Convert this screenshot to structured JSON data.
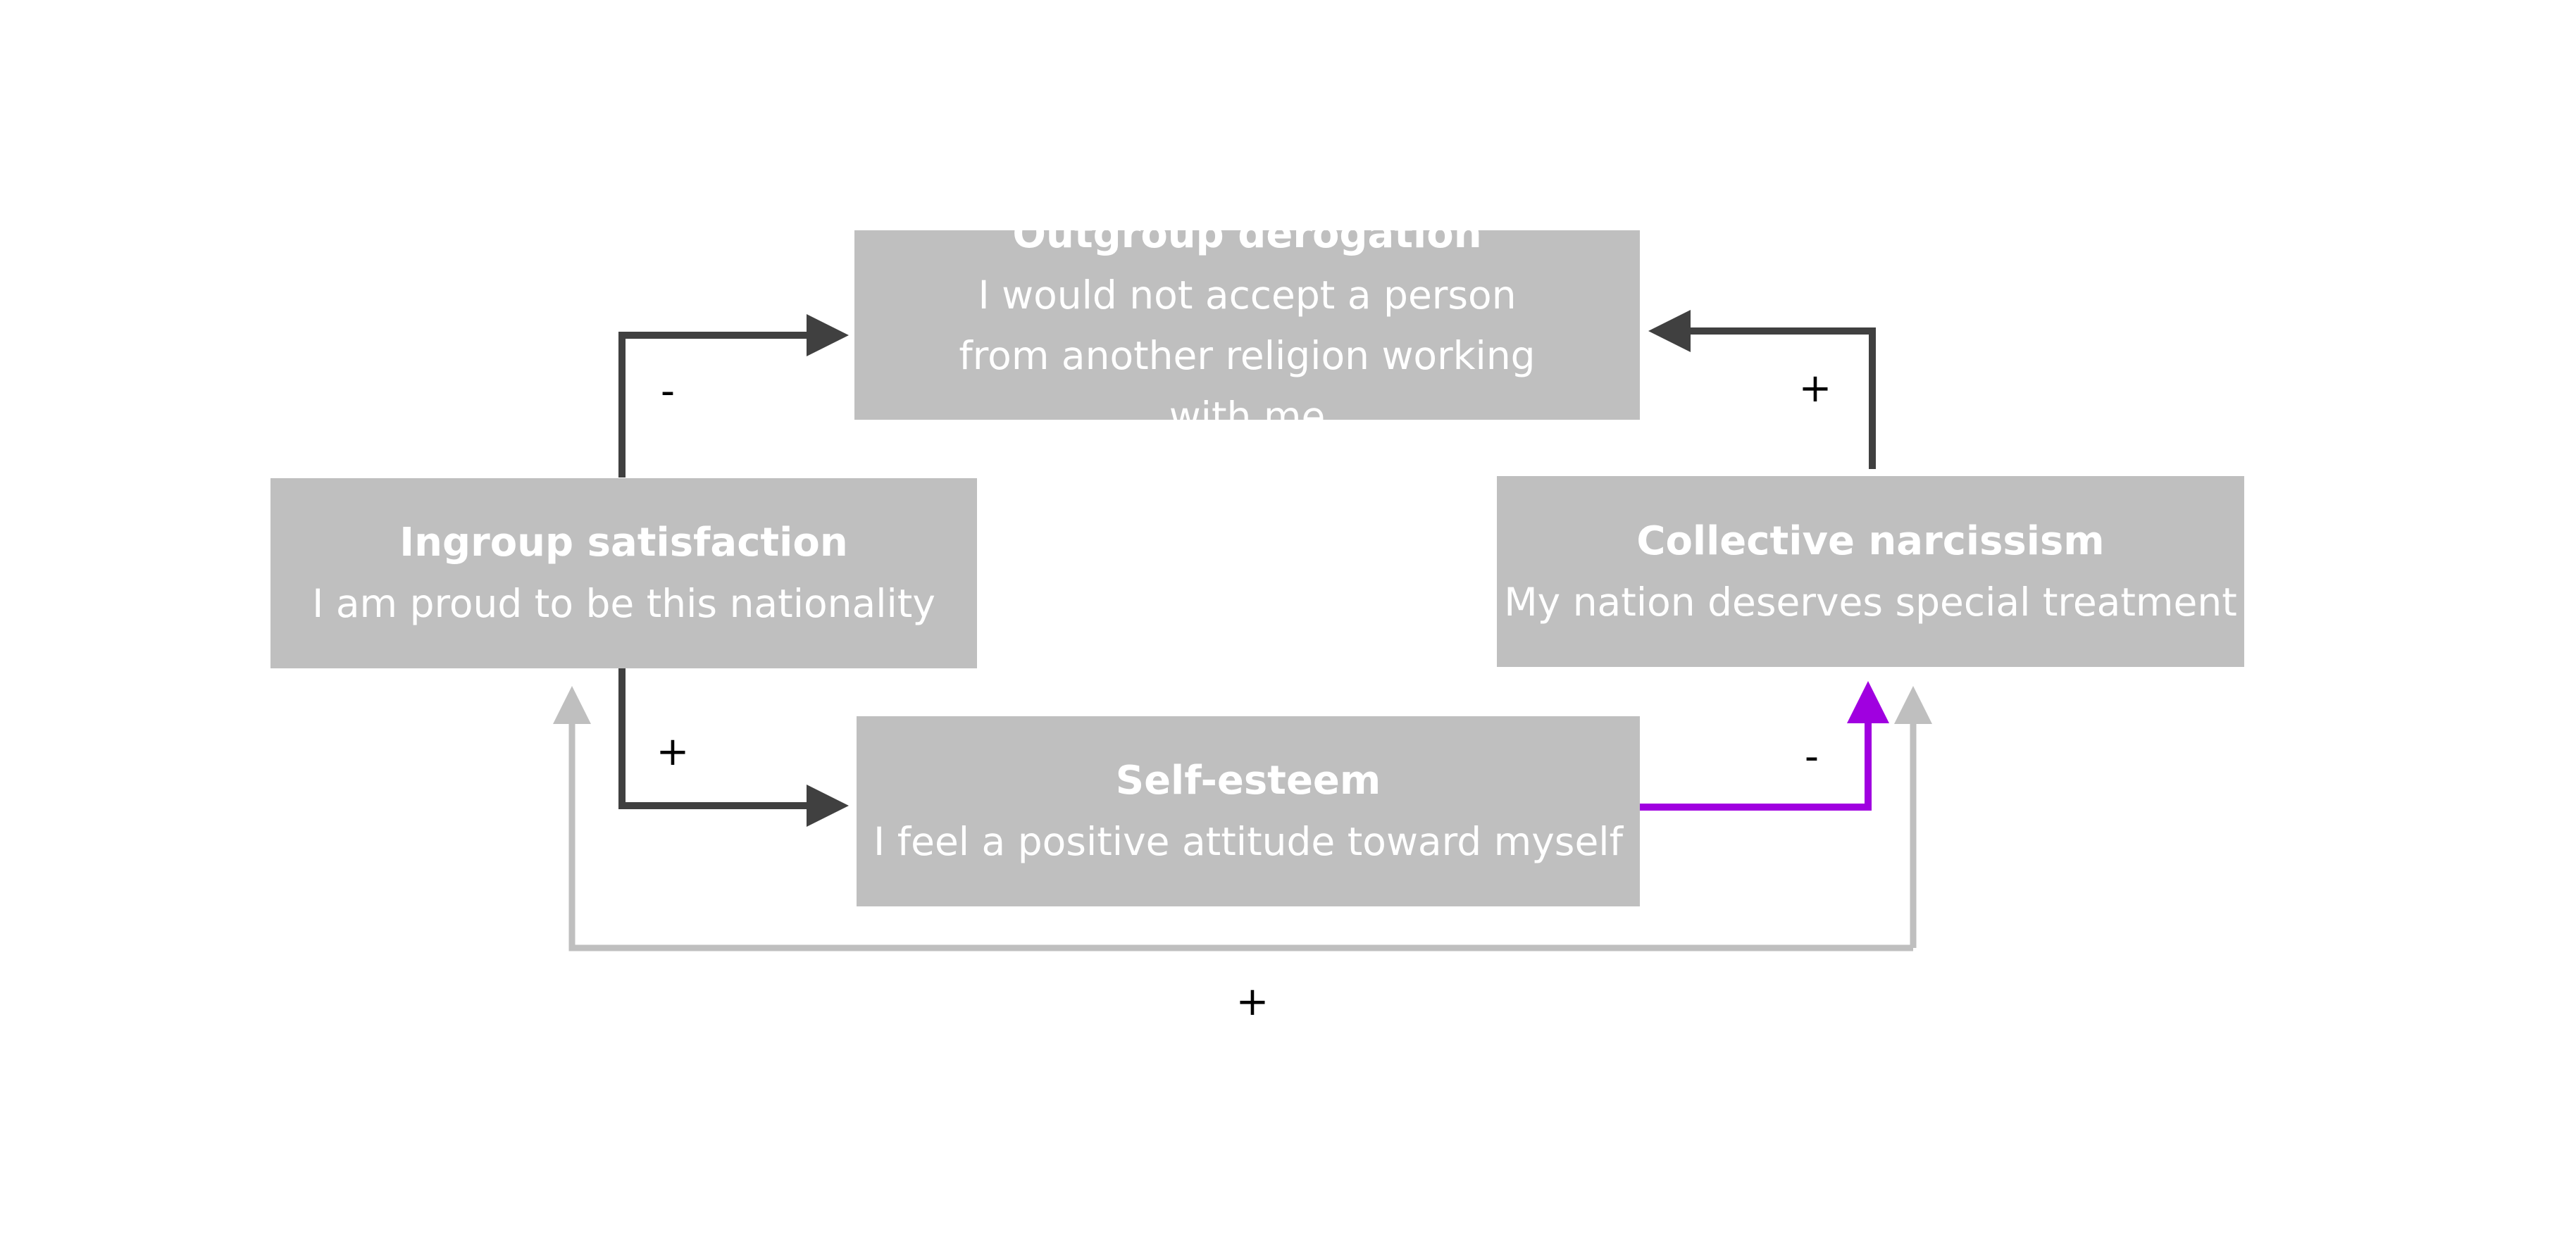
{
  "nodes": {
    "outgroup": {
      "title": "Outgroup derogation",
      "description": "I would not accept a person from another religion working with me"
    },
    "ingroup": {
      "title": "Ingroup satisfaction",
      "description": "I am proud to be this nationality"
    },
    "narcissism": {
      "title": "Collective narcissism",
      "description": "My nation deserves special treatment"
    },
    "selfesteem": {
      "title": "Self-esteem",
      "description": "I feel a positive attitude toward myself"
    }
  },
  "edges": [
    {
      "from": "Ingroup satisfaction",
      "to": "Outgroup derogation",
      "sign": "-",
      "color": "#404040"
    },
    {
      "from": "Collective narcissism",
      "to": "Outgroup derogation",
      "sign": "+",
      "color": "#404040"
    },
    {
      "from": "Ingroup satisfaction",
      "to": "Self-esteem",
      "sign": "+",
      "color": "#404040"
    },
    {
      "from": "Self-esteem",
      "to": "Collective narcissism",
      "sign": "-",
      "color": "#a000e0"
    },
    {
      "from": "Collective narcissism",
      "to": "Ingroup satisfaction",
      "sign": "+",
      "color": "#bfbfbf"
    }
  ],
  "colors": {
    "node_fill": "#bfbfbf",
    "node_text": "#ffffff",
    "dark_arrow": "#404040",
    "purple_arrow": "#a000e0",
    "light_arrow": "#bfbfbf"
  }
}
